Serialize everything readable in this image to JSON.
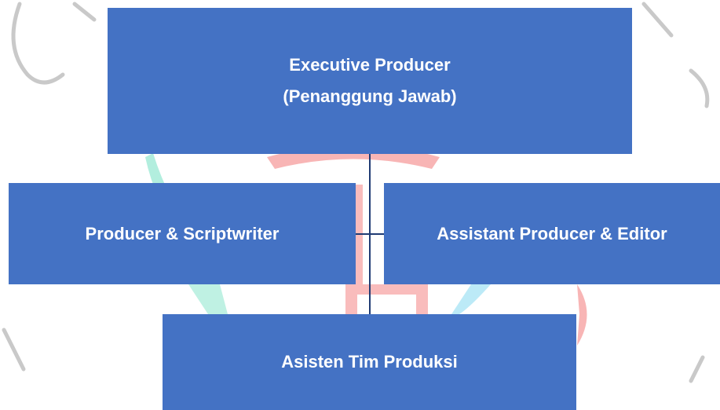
{
  "diagram": {
    "nodes": {
      "executive_producer": {
        "line1": "Executive Producer",
        "line2": "(Penanggung Jawab)"
      },
      "producer_scriptwriter": {
        "label": "Producer & Scriptwriter"
      },
      "assistant_producer_editor": {
        "label": "Assistant Producer & Editor"
      },
      "asisten_tim_produksi": {
        "label": "Asisten Tim Produksi"
      }
    },
    "colors": {
      "node_fill": "#4472c4",
      "node_text": "#ffffff",
      "connector": "#1f3b73",
      "watermark_red": "#f26b6b",
      "watermark_teal": "#7fe3c8",
      "watermark_cyan": "#8fdcf2",
      "watermark_gray": "#c9c9c9"
    }
  }
}
